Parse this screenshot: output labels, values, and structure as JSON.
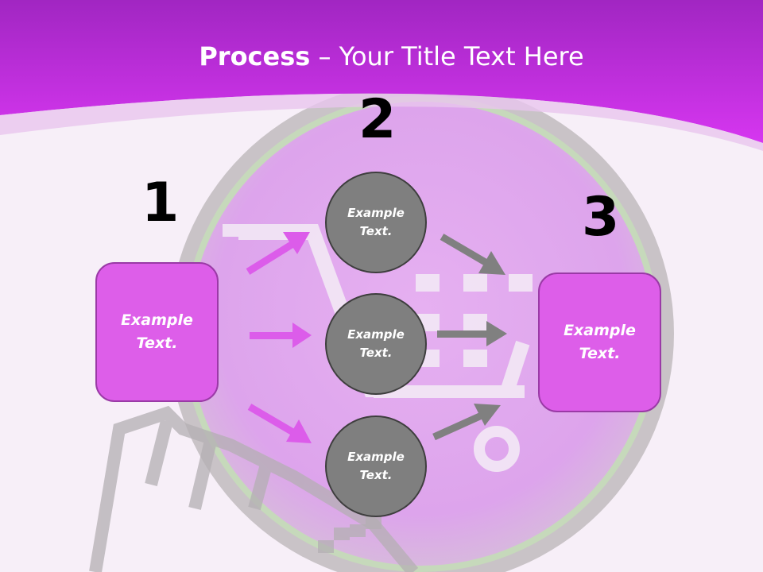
{
  "title": {
    "bold": "Process",
    "rest": " – Your Title Text Here"
  },
  "steps": [
    {
      "number": "1",
      "label": "Example\nText."
    },
    {
      "number": "2",
      "label": ""
    },
    {
      "number": "3",
      "label": "Example\nText."
    }
  ],
  "circles": [
    {
      "label": "Example\nText."
    },
    {
      "label": "Example\nText."
    },
    {
      "label": "Example\nText."
    }
  ],
  "colors": {
    "header": "#cc2fe3",
    "box": "#dd5ee9",
    "pink_arrow": "#dc5cea",
    "circle": "#7f7f7f",
    "gray_arrow": "#808080"
  }
}
